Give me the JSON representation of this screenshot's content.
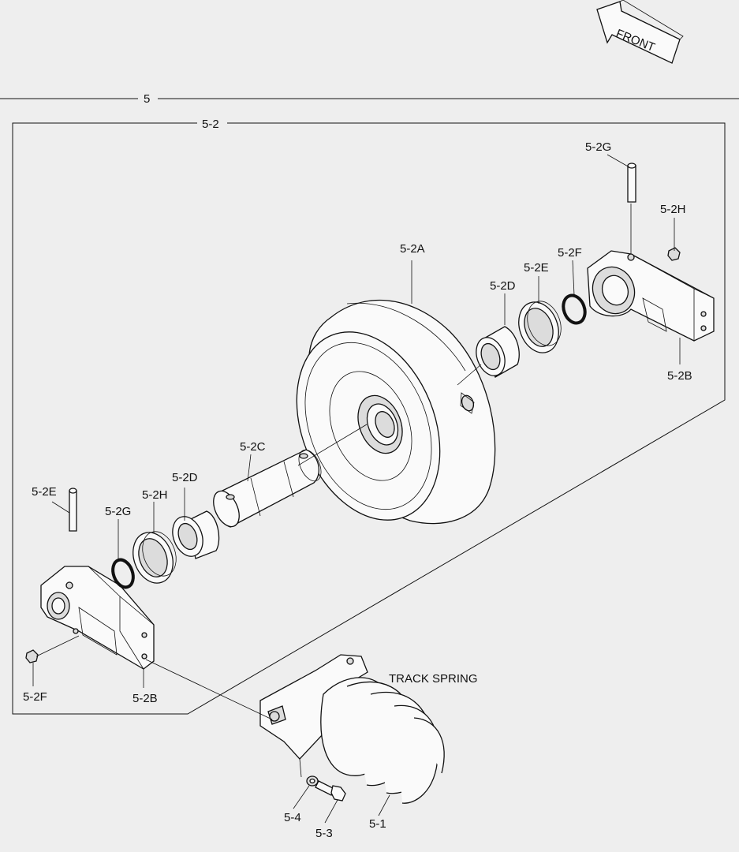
{
  "front_label": "FRONT",
  "assembly": {
    "main": "5",
    "sub": "5-2"
  },
  "callouts": {
    "p5_2A": "5-2A",
    "p5_2B_right": "5-2B",
    "p5_2B_left": "5-2B",
    "p5_2C": "5-2C",
    "p5_2D_right": "5-2D",
    "p5_2D_left": "5-2D",
    "p5_2E_right": "5-2E",
    "p5_2E_left": "5-2E",
    "p5_2F_right": "5-2F",
    "p5_2F_left": "5-2F",
    "p5_2G_right": "5-2G",
    "p5_2G_left": "5-2G",
    "p5_2H_right": "5-2H",
    "p5_2H_left": "5-2H",
    "p5_1": "5-1",
    "p5_3": "5-3",
    "p5_4": "5-4"
  },
  "track_spring_label": "TRACK SPRING"
}
